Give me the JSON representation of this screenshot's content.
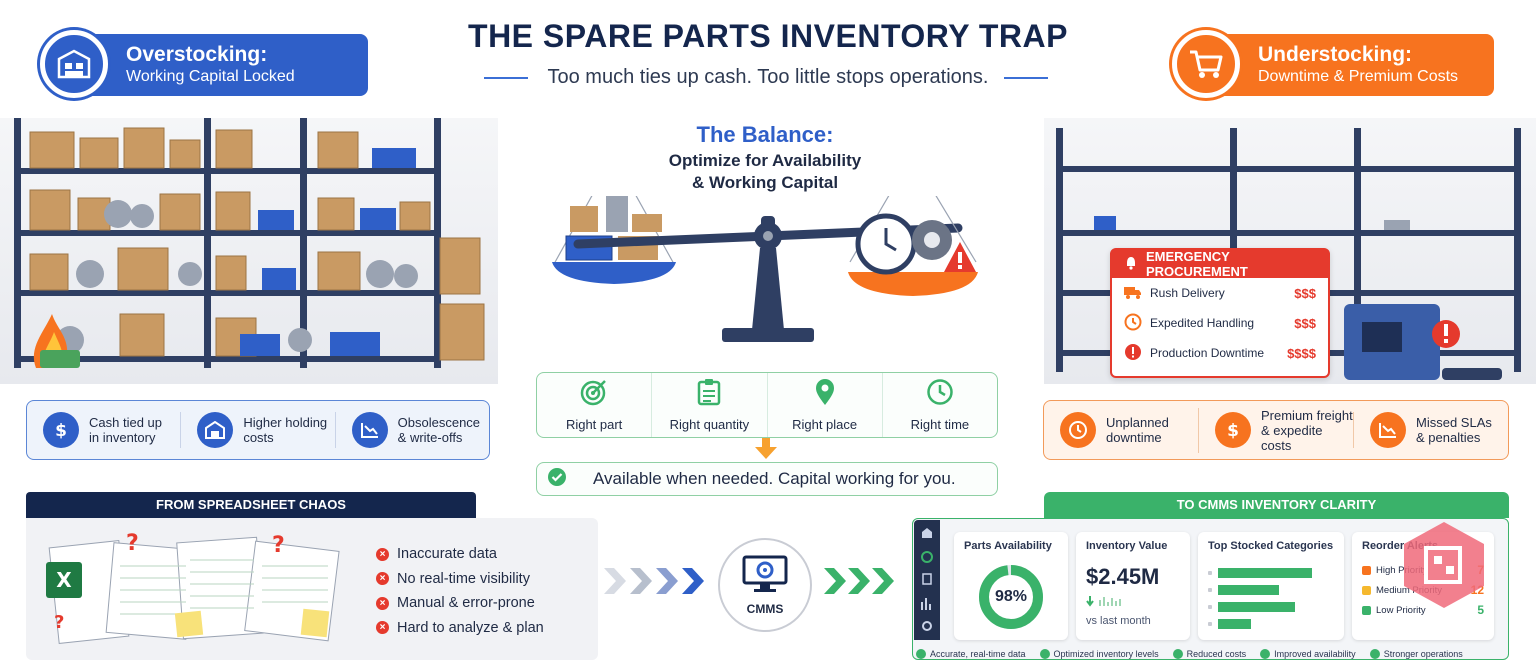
{
  "header": {
    "title": "THE SPARE PARTS INVENTORY TRAP",
    "subtitle": "Too much ties up cash. Too little stops operations."
  },
  "overstock": {
    "title": "Overstocking:",
    "subtitle": "Working Capital Locked",
    "items": [
      "Cash tied up\nin inventory",
      "Higher holding\ncosts",
      "Obsolescence\n& write-offs"
    ]
  },
  "understock": {
    "title": "Understocking:",
    "subtitle": "Downtime & Premium Costs",
    "items": [
      "Unplanned\ndowntime",
      "Premium freight\n& expedite costs",
      "Missed SLAs\n& penalties"
    ]
  },
  "emergency": {
    "header": "EMERGENCY PROCUREMENT",
    "rows": [
      {
        "label": "Rush Delivery",
        "value": "$$$"
      },
      {
        "label": "Expedited Handling",
        "value": "$$$"
      },
      {
        "label": "Production Downtime",
        "value": "$$$$"
      }
    ]
  },
  "balance": {
    "heading": "The Balance:",
    "subheading_1": "Optimize for Availability",
    "subheading_2": "& Working Capital",
    "rights": [
      "Right part",
      "Right quantity",
      "Right place",
      "Right time"
    ],
    "result": "Available when needed. Capital working for you."
  },
  "chaos": {
    "tab": "FROM SPREADSHEET CHAOS",
    "issues": [
      "Inaccurate data",
      "No real-time visibility",
      "Manual & error-prone",
      "Hard to analyze & plan"
    ]
  },
  "cmms": {
    "label": "CMMS"
  },
  "clarity": {
    "tab": "TO CMMS INVENTORY CLARITY",
    "availability": {
      "title": "Parts Availability",
      "value": "98%",
      "percent": 98
    },
    "inventory_value": {
      "title": "Inventory Value",
      "value": "$2.45M",
      "note": "vs last month"
    },
    "categories": {
      "title": "Top Stocked Categories",
      "bars": [
        0.85,
        0.55,
        0.7,
        0.3
      ]
    },
    "alerts": {
      "title": "Reorder Alerts",
      "rows": [
        {
          "label": "High Priority",
          "count": "7",
          "color": "#f7731f"
        },
        {
          "label": "Medium Priority",
          "count": "12",
          "color": "#f5b82e"
        },
        {
          "label": "Low Priority",
          "count": "5",
          "color": "#3ab26a"
        }
      ]
    },
    "benefits": [
      "Accurate, real-time data",
      "Optimized inventory levels",
      "Reduced costs",
      "Improved availability",
      "Stronger operations"
    ]
  },
  "colors": {
    "blue": "#2f5fc8",
    "orange": "#f7731f",
    "green": "#3ab26a",
    "red": "#e53a2d",
    "navy": "#14264d"
  }
}
